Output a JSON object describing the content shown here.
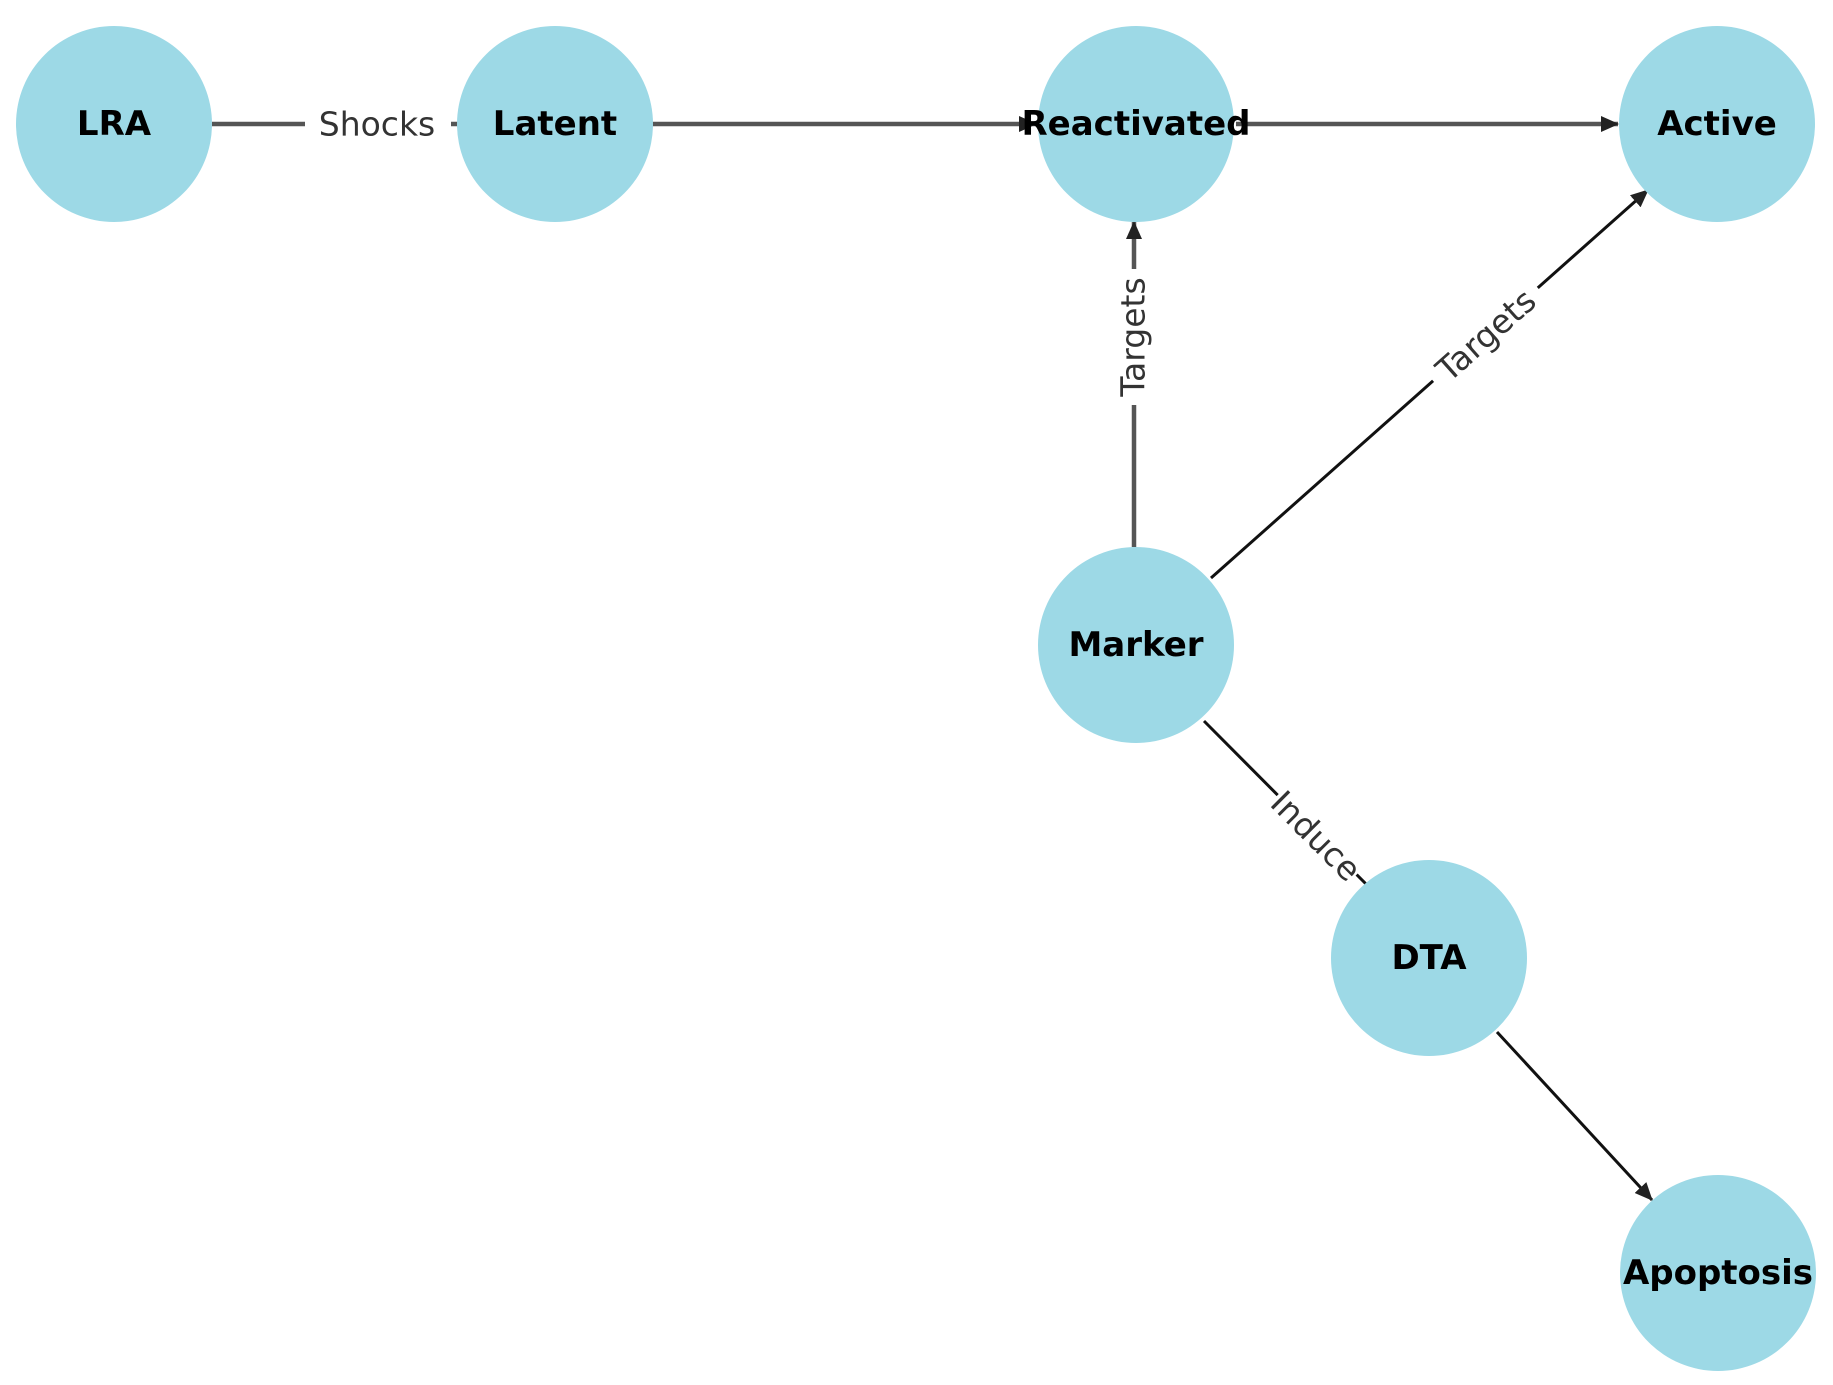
{
  "diagram": {
    "node_color": "#9dd9e6",
    "edge_color": "#555555",
    "nodes": {
      "lra": "LRA",
      "latent": "Latent",
      "reactivated": "Reactivated",
      "active": "Active",
      "marker": "Marker",
      "dta": "DTA",
      "apoptosis": "Apoptosis"
    },
    "edges": {
      "lra_latent": {
        "from": "LRA",
        "to": "Latent",
        "label": "Shocks",
        "directed": false
      },
      "latent_reactivated": {
        "from": "Latent",
        "to": "Reactivated",
        "label": "",
        "directed": true
      },
      "reactivated_active": {
        "from": "Reactivated",
        "to": "Active",
        "label": "",
        "directed": true
      },
      "marker_reactivated": {
        "from": "Marker",
        "to": "Reactivated",
        "label": "Targets",
        "directed": true
      },
      "marker_active": {
        "from": "Marker",
        "to": "Active",
        "label": "Targets",
        "directed": true
      },
      "marker_dta": {
        "from": "Marker",
        "to": "DTA",
        "label": "Induce",
        "directed": false
      },
      "dta_apoptosis": {
        "from": "DTA",
        "to": "Apoptosis",
        "label": "",
        "directed": true
      }
    }
  }
}
